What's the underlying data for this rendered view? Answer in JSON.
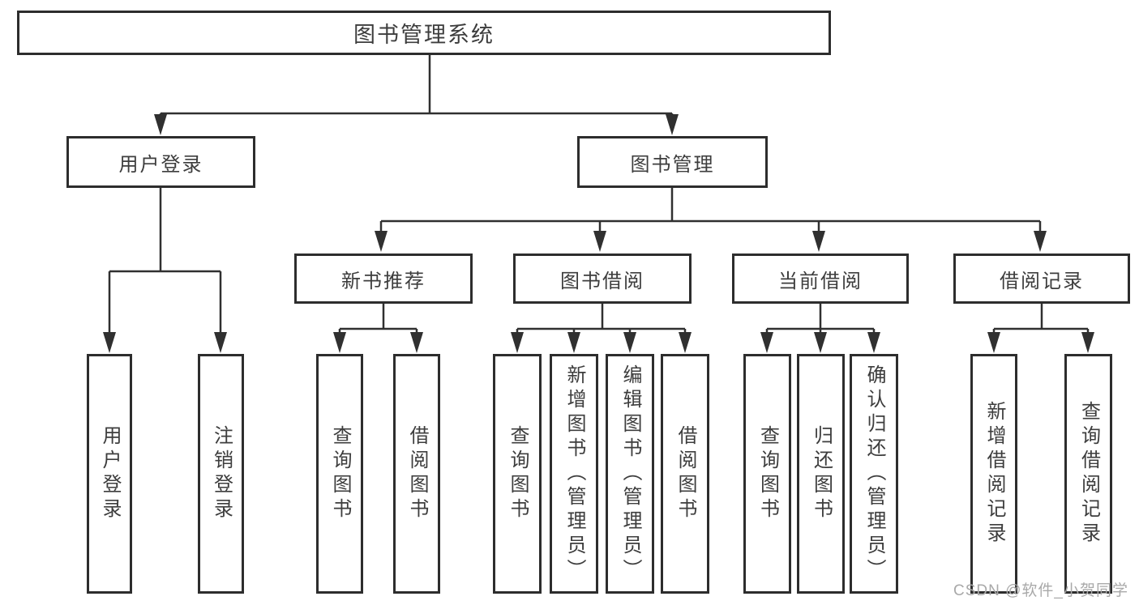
{
  "diagram_title": "图书管理系统",
  "tree": {
    "label": "图书管理系统",
    "children": [
      {
        "label": "用户登录",
        "children": [
          {
            "label": "用户登录"
          },
          {
            "label": "注销登录"
          }
        ]
      },
      {
        "label": "图书管理",
        "children": [
          {
            "label": "新书推荐",
            "children": [
              {
                "label": "查询图书"
              },
              {
                "label": "借阅图书"
              }
            ]
          },
          {
            "label": "图书借阅",
            "children": [
              {
                "label": "查询图书"
              },
              {
                "label": "新增图书（管理员）"
              },
              {
                "label": "编辑图书（管理员）"
              },
              {
                "label": "借阅图书"
              }
            ]
          },
          {
            "label": "当前借阅",
            "children": [
              {
                "label": "查询图书"
              },
              {
                "label": "归还图书"
              },
              {
                "label": "确认归还（管理员）"
              }
            ]
          },
          {
            "label": "借阅记录",
            "children": [
              {
                "label": "新增借阅记录"
              },
              {
                "label": "查询借阅记录"
              }
            ]
          }
        ]
      }
    ]
  },
  "watermark": {
    "text": "CSDN @软件_小贺同学"
  },
  "colors": {
    "line": "#303030",
    "box_border": "#2d2d2d",
    "box_fill": "#ffffff",
    "text": "#3d3d3d",
    "watermark": "#a9a9a9",
    "background": "#ffffff"
  }
}
